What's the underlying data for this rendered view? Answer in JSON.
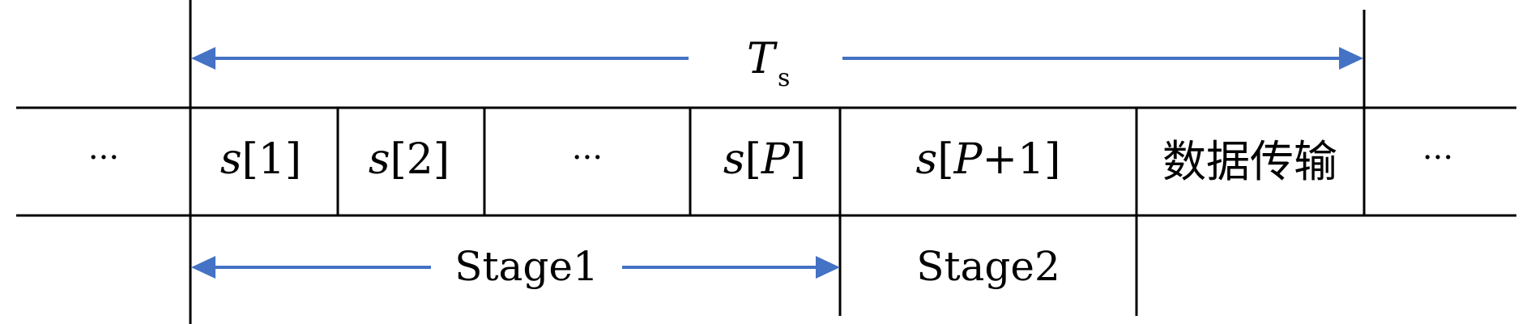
{
  "top_span": {
    "symbol": "T",
    "subscript": "s"
  },
  "cells": [
    {
      "id": "left-ellipsis",
      "text": "···"
    },
    {
      "id": "s1",
      "var": "s",
      "index": "[1]"
    },
    {
      "id": "s2",
      "var": "s",
      "index": "[2]"
    },
    {
      "id": "mid-ellipsis",
      "text": "···"
    },
    {
      "id": "sP",
      "var": "s",
      "index_open": "[",
      "index_var": "P",
      "index_close": "]"
    },
    {
      "id": "sP1",
      "var": "s",
      "index_open": "[",
      "index_var": "P",
      "index_close": "+1]"
    },
    {
      "id": "data-transfer",
      "text": "数据传输"
    },
    {
      "id": "right-ellipsis",
      "text": "···"
    }
  ],
  "stages": {
    "stage1": "Stage1",
    "stage2": "Stage2"
  },
  "colors": {
    "line": "#000000",
    "arrow": "#4472C4",
    "background": "#ffffff"
  }
}
